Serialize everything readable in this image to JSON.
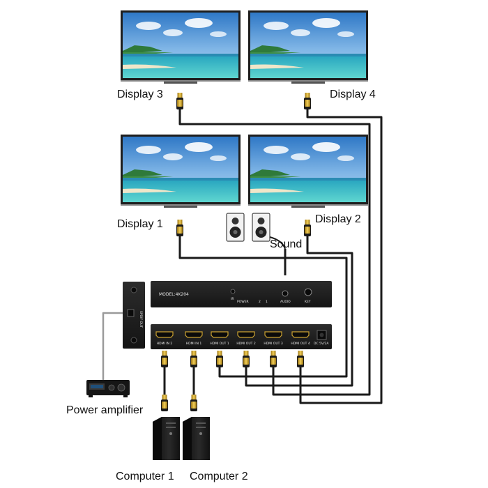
{
  "displays": [
    {
      "id": "display-3",
      "label": "Display 3"
    },
    {
      "id": "display-4",
      "label": "Display 4"
    },
    {
      "id": "display-1",
      "label": "Display 1"
    },
    {
      "id": "display-2",
      "label": "Display 2"
    }
  ],
  "sound": {
    "label": "Sound"
  },
  "amplifier": {
    "label": "Power amplifier"
  },
  "computers": [
    {
      "id": "computer-1",
      "label": "Computer 1"
    },
    {
      "id": "computer-2",
      "label": "Computer 2"
    }
  ],
  "device": {
    "model": "MODEL:4K204",
    "front_labels": {
      "ir": "IR",
      "power": "POWER",
      "two": "2",
      "one": "1",
      "audio": "AUDIO",
      "key": "KEY"
    },
    "spdif_label": "SPDIF OUT",
    "ports": [
      {
        "label": "HDMI IN 2"
      },
      {
        "label": "HDMI IN 1"
      },
      {
        "label": "HDMI OUT 1"
      },
      {
        "label": "HDMI OUT 2"
      },
      {
        "label": "HDMI OUT 3"
      },
      {
        "label": "HDMI OUT 4"
      }
    ],
    "dc_label": "DC 5V/2A"
  },
  "colors": {
    "cable": "#1a1a1a",
    "connector_gold": "#d8a826",
    "sky": "#4a90d4",
    "sea": "#33bfc4",
    "device_body": "#1c1c1c"
  }
}
